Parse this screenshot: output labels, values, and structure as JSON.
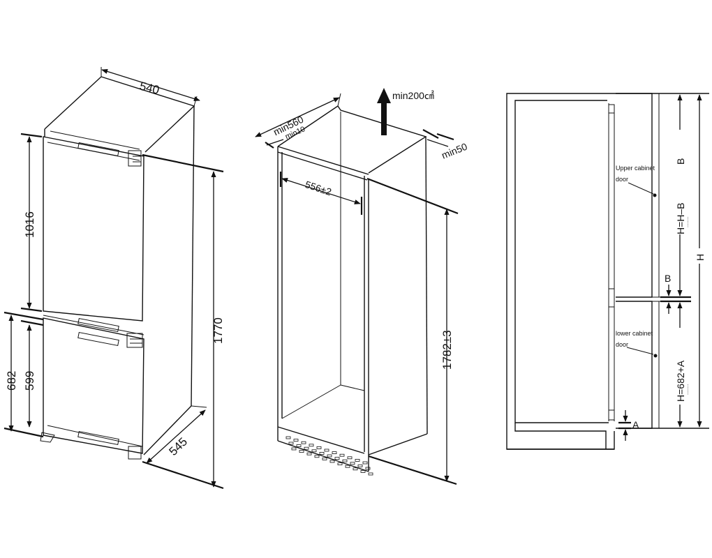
{
  "fridge": {
    "width": "540",
    "depth": "545",
    "height_total": "1770",
    "height_upper": "1016",
    "height_lower_outer": "682",
    "height_lower_inner": "599"
  },
  "niche": {
    "depth": "min560",
    "gap_back": "min10",
    "gap_side": "min50",
    "ventilation": "min200㎠",
    "inner_width": "556±2",
    "height": "1782±3"
  },
  "section": {
    "upper_label_line1": "Upper cabinet",
    "upper_label_line2": "door",
    "lower_label_line1": "lower cabinet",
    "lower_label_line2": "door",
    "upper_formula": "H=H–B",
    "lower_formula": "H=682+A",
    "sub": "........",
    "label_b_vertical": "B",
    "label_b": "B",
    "label_h": "H",
    "label_a": "A"
  }
}
